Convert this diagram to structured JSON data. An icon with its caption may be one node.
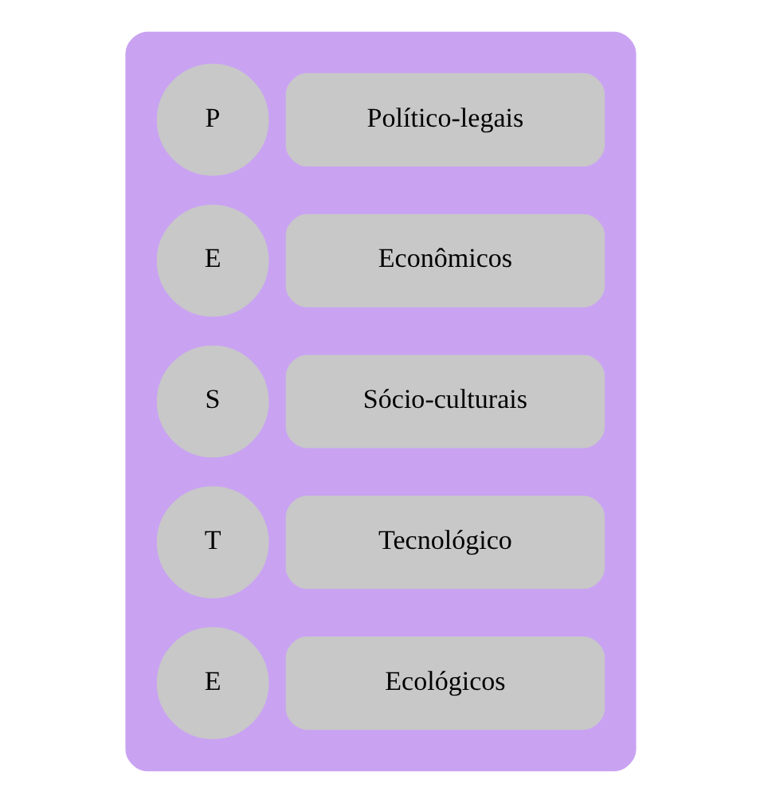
{
  "diagram": {
    "nodes": [
      {
        "text": [],
        "shape": "box"
      },
      {
        "text": [
          "P"
        ],
        "in": 0
      },
      {
        "text": [
          "Político-legais"
        ],
        "in": 0
      },
      {
        "text": [
          "E"
        ],
        "in": 0
      },
      {
        "text": [
          "Econômicos"
        ],
        "in": 0
      },
      {
        "text": [
          "S"
        ],
        "in": 0
      },
      {
        "text": [
          "Sócio-culturais"
        ],
        "in": 0
      },
      {
        "text": [
          "T"
        ],
        "in": 0
      },
      {
        "text": [
          "Tecnológico"
        ],
        "in": 0
      },
      {
        "text": [
          "E"
        ],
        "in": 0
      },
      {
        "text": [
          "Ecológicos"
        ],
        "in": 0
      }
    ]
  }
}
